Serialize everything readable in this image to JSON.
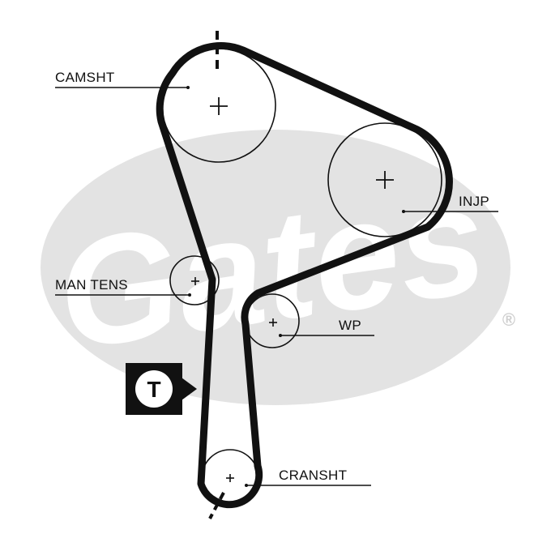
{
  "labels": {
    "camshaft": "CAMSHT",
    "injection_pump": "INJP",
    "manual_tensioner": "MAN TENS",
    "water_pump": "WP",
    "crankshaft": "CRANSHT"
  },
  "tension_marker": "T",
  "watermark": {
    "brand": "Gates",
    "registered": "®"
  },
  "colors": {
    "belt": "#111111",
    "watermark": "#e3e3e3",
    "marker_bg": "#111111",
    "marker_fg": "#ffffff"
  }
}
